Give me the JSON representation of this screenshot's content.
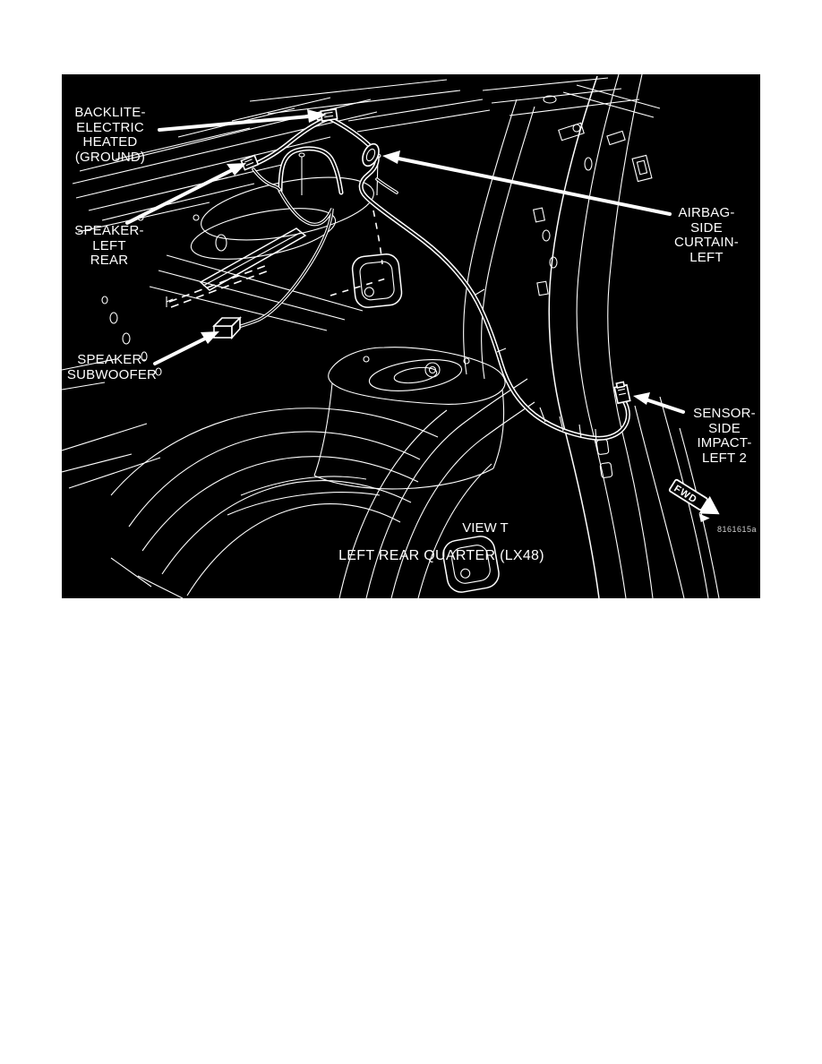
{
  "figure": {
    "view_label": "VIEW T",
    "caption": "LEFT REAR QUARTER  (LX48)",
    "figure_number": "8161615a",
    "fwd_label": "FWD",
    "background_color": "#000000",
    "line_color": "#ffffff"
  },
  "callouts": [
    {
      "id": "backlite-electric-heated-ground",
      "label": "BACKLITE-\nELECTRIC\nHEATED\n(GROUND)"
    },
    {
      "id": "speaker-left-rear",
      "label": "SPEAKER-\nLEFT\nREAR"
    },
    {
      "id": "airbag-side-curtain-left",
      "label": "AIRBAG-\nSIDE\nCURTAIN-\nLEFT"
    },
    {
      "id": "speaker-subwoofer",
      "label": "SPEAKER-\nSUBWOOFER"
    },
    {
      "id": "sensor-side-impact-left-2",
      "label": "SENSOR-\nSIDE\nIMPACT-\nLEFT 2"
    }
  ]
}
